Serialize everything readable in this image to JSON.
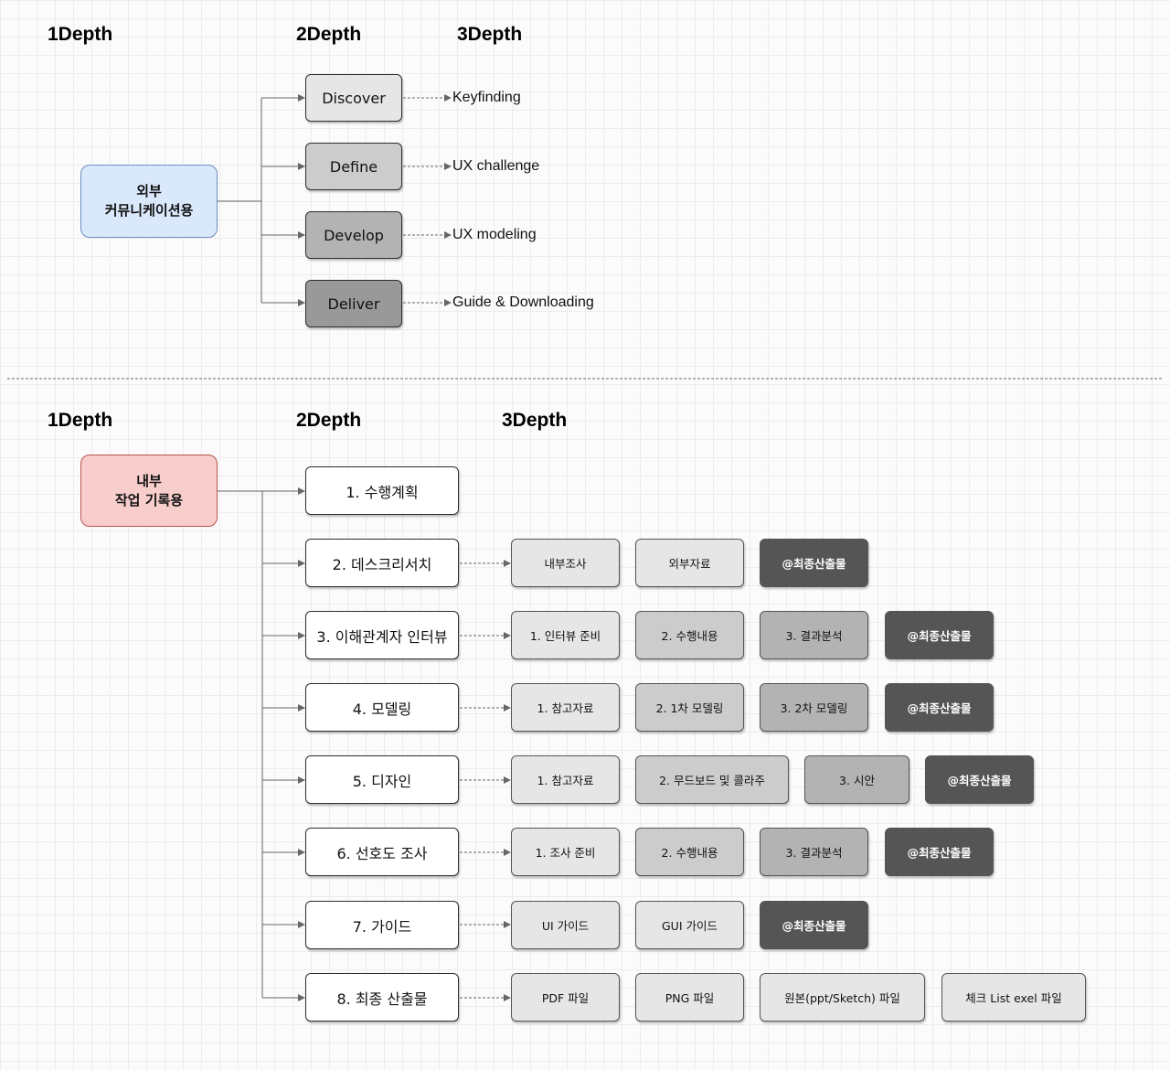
{
  "top": {
    "headers": {
      "d1": "1Depth",
      "d2": "2Depth",
      "d3": "3Depth"
    },
    "root": {
      "line1": "외부",
      "line2": "커뮤니케이션용",
      "fill": "#dae8fc",
      "stroke": "#6c8ebf"
    },
    "level2": [
      {
        "label": "Discover",
        "fill": "#e6e6e6"
      },
      {
        "label": "Define",
        "fill": "#cccccc"
      },
      {
        "label": "Develop",
        "fill": "#b3b3b3"
      },
      {
        "label": "Deliver",
        "fill": "#999999"
      }
    ],
    "level3": [
      "Keyfinding",
      "UX challenge",
      "UX modeling",
      "Guide & Downloading"
    ]
  },
  "bottom": {
    "headers": {
      "d1": "1Depth",
      "d2": "2Depth",
      "d3": "3Depth"
    },
    "root": {
      "line1": "내부",
      "line2": "작업 기록용",
      "fill": "#f8cecc",
      "stroke": "#b85450"
    },
    "level2": [
      "1. 수행계획",
      "2. 데스크리서치",
      "3. 이해관계자 인터뷰",
      "4. 모델링",
      "5. 디자인",
      "6. 선호도 조사",
      "7. 가이드",
      "8. 최종 산출물"
    ],
    "level3_rows": [
      [],
      [
        "내부조사",
        "외부자료",
        "@최종산출물"
      ],
      [
        "1. 인터뷰 준비",
        "2. 수행내용",
        "3. 결과분석",
        "@최종산출물"
      ],
      [
        "1. 참고자료",
        "2. 1차 모델링",
        "3. 2차 모델링",
        "@최종산출물"
      ],
      [
        "1. 참고자료",
        "2. 무드보드 및 콜라주",
        "3. 시안",
        "@최종산출물"
      ],
      [
        "1. 조사 준비",
        "2. 수행내용",
        "3. 결과분석",
        "@최종산출물"
      ],
      [
        "UI 가이드",
        "GUI 가이드",
        "@최종산출물"
      ],
      [
        "PDF 파일",
        "PNG 파일",
        "원본(ppt/Sketch) 파일",
        "체크 List exel 파일"
      ]
    ]
  },
  "colors": {
    "step1": "#e6e6e6",
    "step2": "#cccccc",
    "step3": "#b3b3b3",
    "final": "#555555",
    "file": "#e6e6e6",
    "connector": "#666666"
  }
}
